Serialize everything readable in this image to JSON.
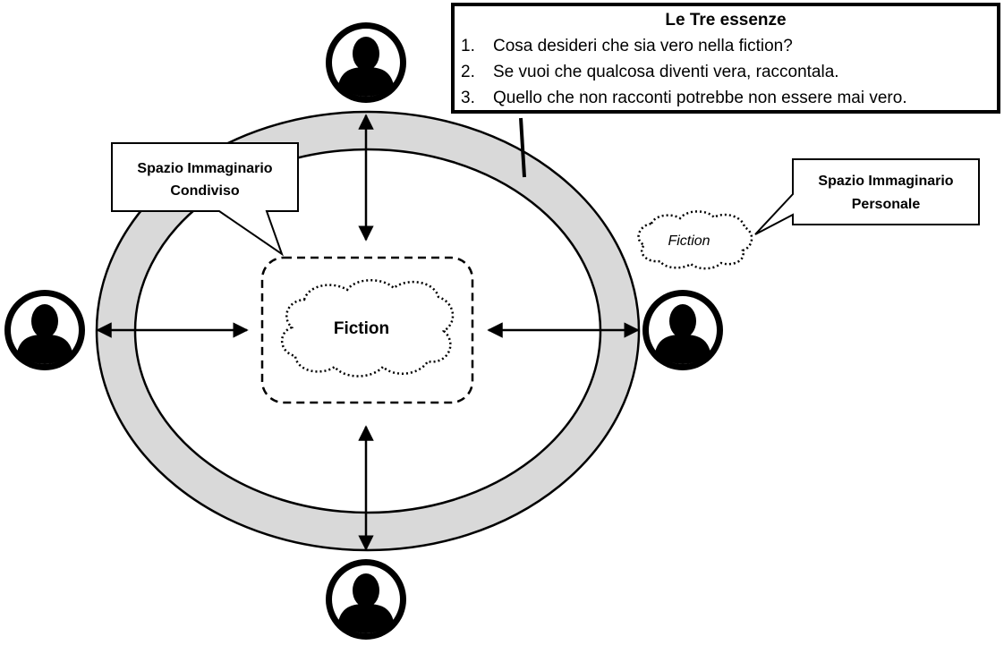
{
  "essences_box": {
    "title": "Le Tre essenze",
    "items": [
      {
        "num": "1.",
        "text": "Cosa desideri che sia vero nella fiction?"
      },
      {
        "num": "2.",
        "text": "Se vuoi che qualcosa diventi vera, raccontala."
      },
      {
        "num": "3.",
        "text": "Quello che non racconti potrebbe non essere mai vero."
      }
    ]
  },
  "shared_space_callout": {
    "line1": "Spazio  Immaginario",
    "line2": "Condiviso"
  },
  "personal_space_callout": {
    "line1": "Spazio  Immaginario",
    "line2": "Personale"
  },
  "central_fiction": {
    "label": "Fiction"
  },
  "personal_fiction": {
    "label": "Fiction"
  },
  "colors": {
    "ring_fill": "#d9d9d9",
    "stroke": "#000000",
    "background": "#ffffff"
  },
  "icons": {
    "participant": "person-avatar-icon"
  }
}
